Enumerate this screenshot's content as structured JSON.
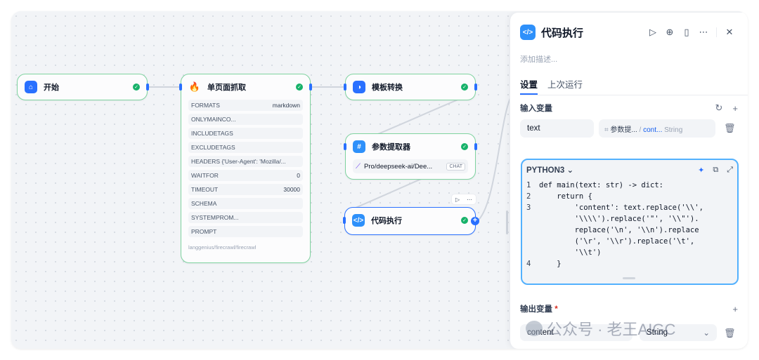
{
  "canvas": {
    "nodes": {
      "start": {
        "title": "开始"
      },
      "scrape": {
        "title": "单页面抓取",
        "params": [
          {
            "name": "FORMATS",
            "value": "markdown"
          },
          {
            "name": "ONLYMAINCO...",
            "value": ""
          },
          {
            "name": "INCLUDETAGS",
            "value": ""
          },
          {
            "name": "EXCLUDETAGS",
            "value": ""
          },
          {
            "name": "HEADERS {'User-Agent': 'Mozilla/...",
            "value": ""
          },
          {
            "name": "WAITFOR",
            "value": "0"
          },
          {
            "name": "TIMEOUT",
            "value": "30000"
          },
          {
            "name": "SCHEMA",
            "value": ""
          },
          {
            "name": "SYSTEMPROM...",
            "value": ""
          },
          {
            "name": "PROMPT",
            "value": ""
          }
        ],
        "provider": "langgenius/firecrawl/firecrawl"
      },
      "template": {
        "title": "模板转换"
      },
      "extractor": {
        "title": "参数提取器",
        "model": "Pro/deepseek-ai/Dee...",
        "model_badge": "CHAT"
      },
      "code": {
        "title": "代码执行"
      }
    }
  },
  "panel": {
    "title": "代码执行",
    "description_placeholder": "添加描述...",
    "tabs": [
      "设置",
      "上次运行"
    ],
    "input_section": "输入变量",
    "input_var": {
      "name": "text",
      "ref_node": "参数提...",
      "ref_sep": "/",
      "ref_var": "cont...",
      "ref_type": "String"
    },
    "code": {
      "language": "PYTHON3",
      "lines": [
        {
          "n": "1",
          "text": "def main(text: str) -> dict:"
        },
        {
          "n": "2",
          "text": "    return {"
        },
        {
          "n": "3",
          "text": "        'content': text.replace('\\\\',"
        },
        {
          "n": "",
          "text": "        '\\\\\\\\').replace('\"', '\\\\\"')."
        },
        {
          "n": "",
          "text": "        replace('\\n', '\\\\n').replace"
        },
        {
          "n": "",
          "text": "        ('\\r', '\\\\r').replace('\\t',"
        },
        {
          "n": "",
          "text": "        '\\\\t')"
        },
        {
          "n": "4",
          "text": "    }"
        }
      ]
    },
    "output_section": "输出变量",
    "required_mark": "*",
    "output_var": {
      "name": "content",
      "type": "String"
    }
  },
  "watermark": "公众号 · 老王AIGC",
  "colors": {
    "accent": "#2970ff",
    "success": "#17b26a",
    "node_border": "#7fd3a0"
  }
}
